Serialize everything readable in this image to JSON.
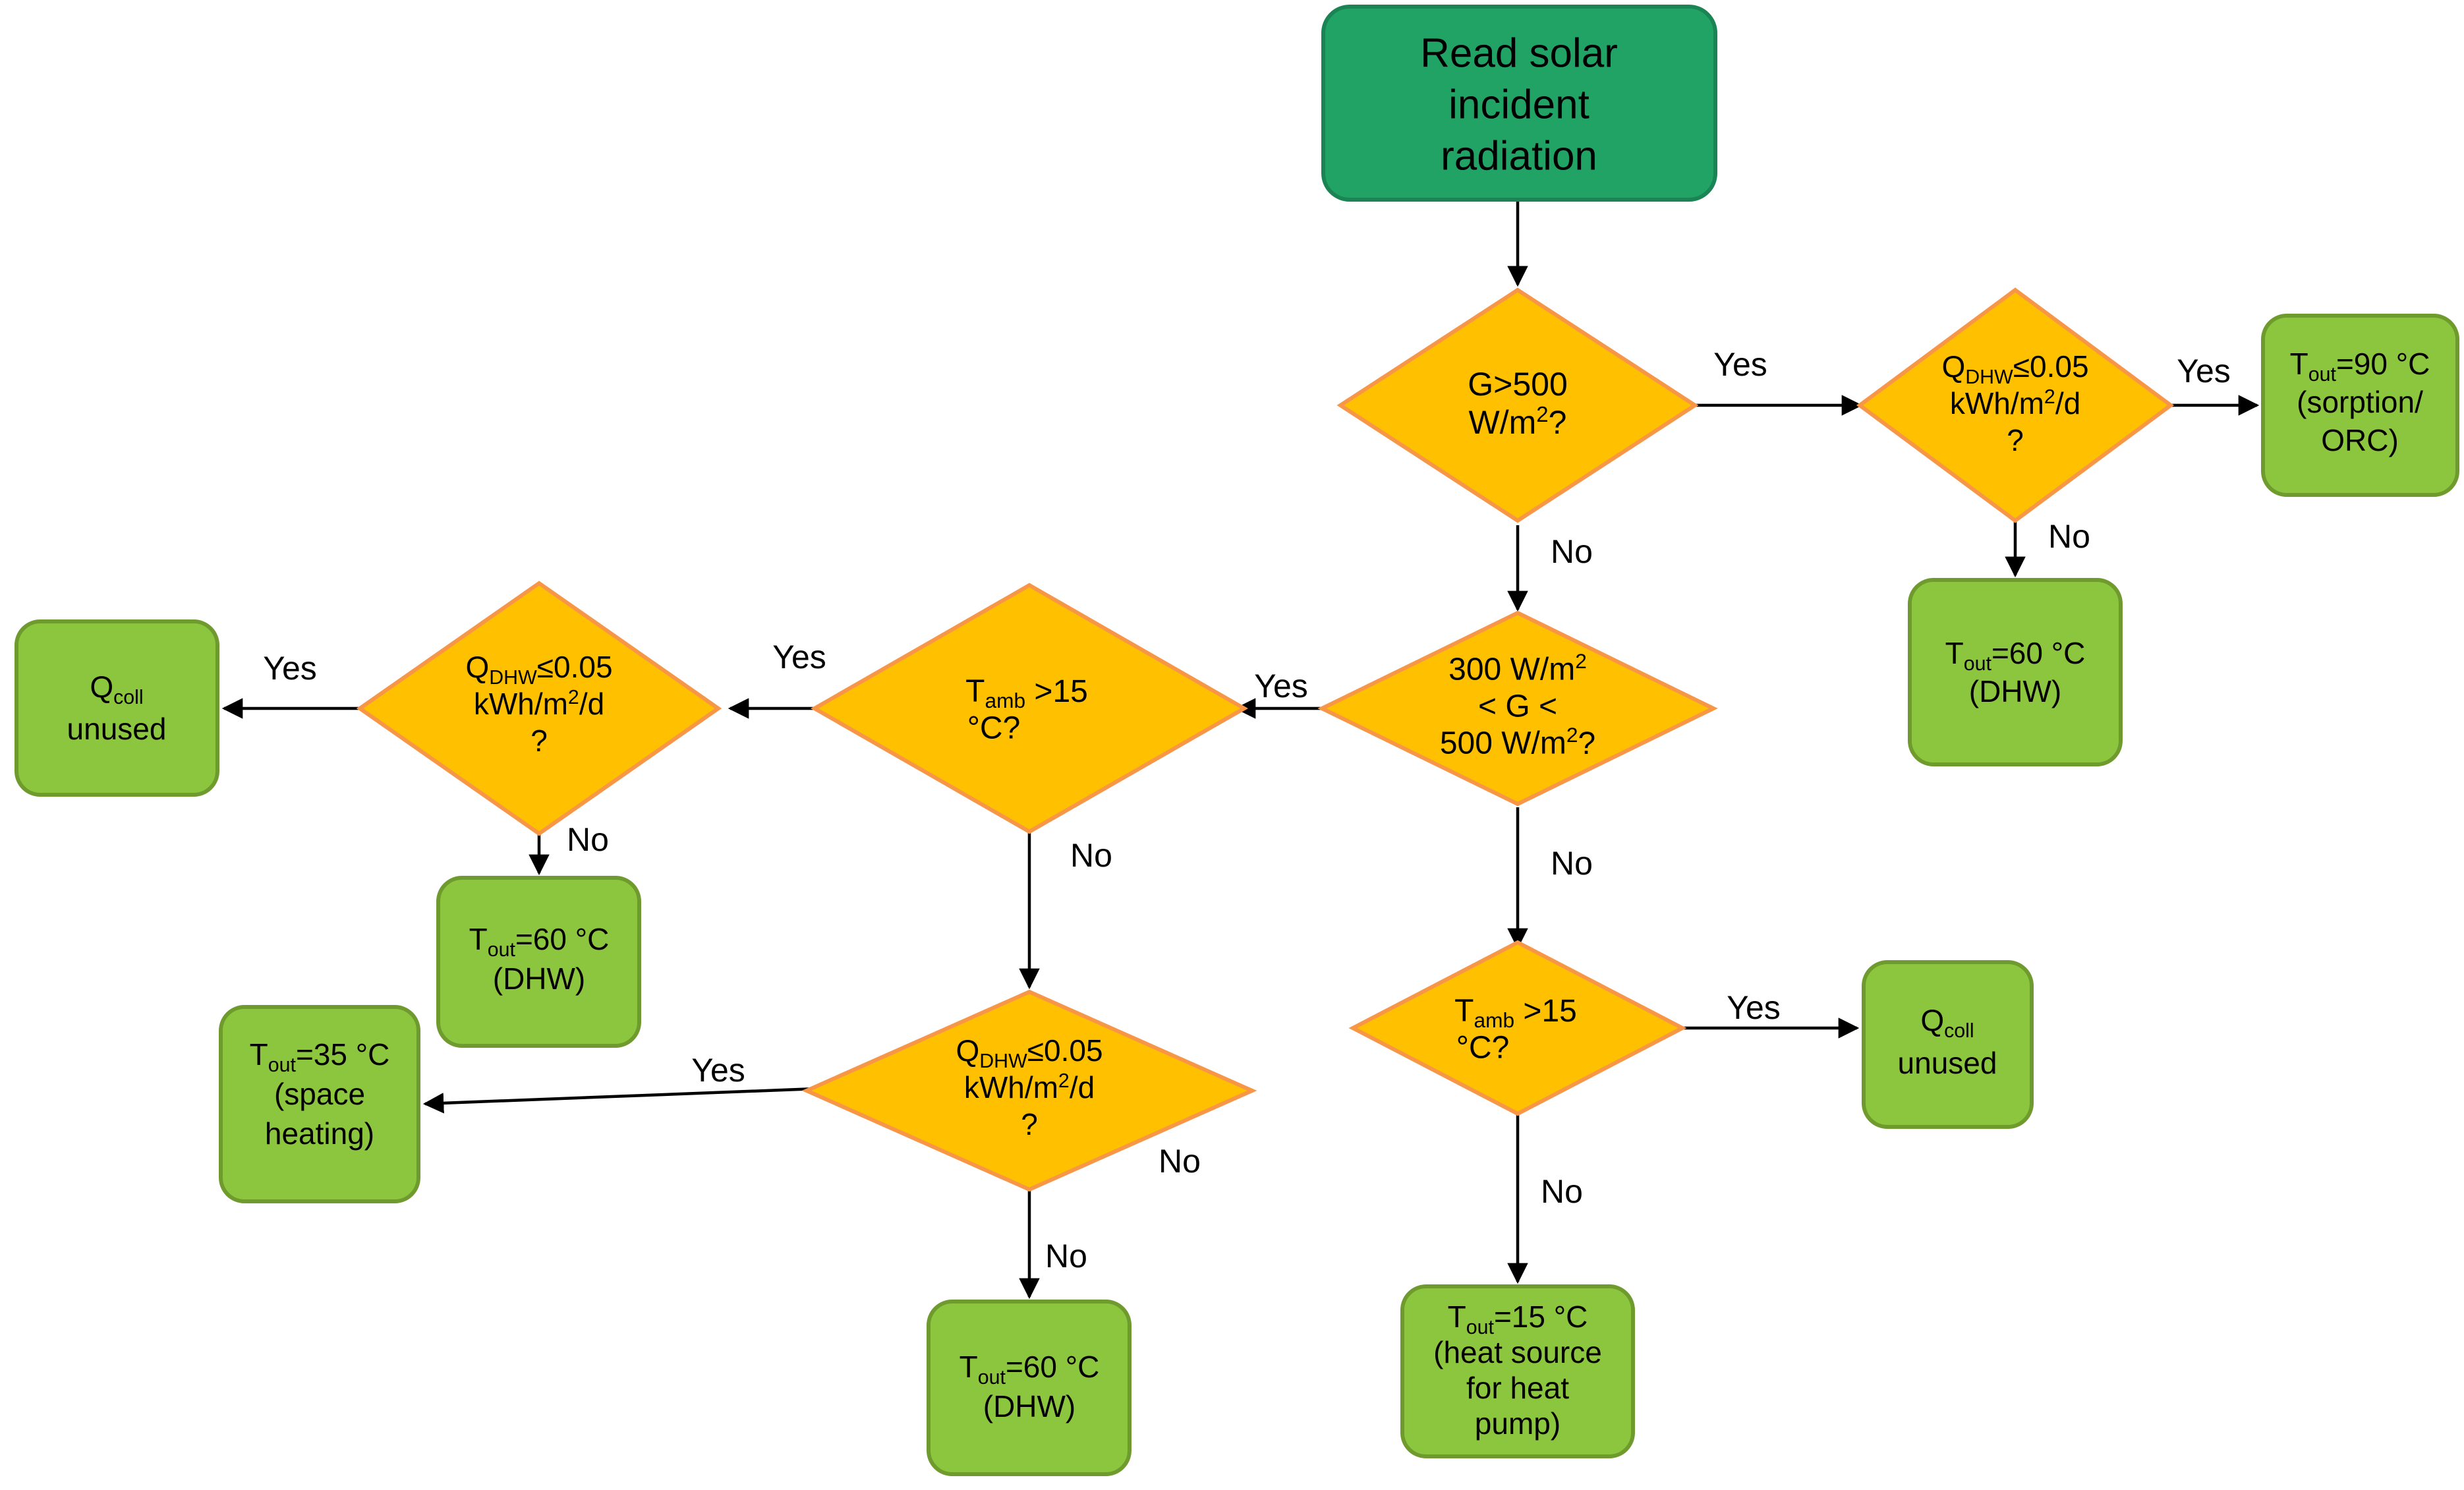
{
  "diagram": {
    "title": "Solar thermal collector output temperature control logic flowchart",
    "colors": {
      "start_fill": "#21A366",
      "start_stroke": "#1B8455",
      "decision_fill": "#FFC000",
      "decision_stroke": "#F79646",
      "terminal_fill": "#8CC63E",
      "terminal_stroke": "#6F9A2E",
      "edge": "#000000",
      "text": "#000000",
      "background": "#FFFFFF"
    },
    "nodes": {
      "start": {
        "kind": "start",
        "lines": [
          "Read solar",
          "incident",
          "radiation"
        ]
      },
      "d_g500": {
        "kind": "decision",
        "lines": [
          "G>500",
          "W/m²?"
        ]
      },
      "d_qdhw_top": {
        "kind": "decision",
        "lines": [
          "Q",
          "DHW",
          "≤0.05",
          "kWh/m²/d",
          "?"
        ],
        "text": "Q_DHW≤0.05 kWh/m²/d ?"
      },
      "t_90c": {
        "kind": "terminal",
        "lines": [
          "T",
          "out",
          "=90 °C",
          "(sorption/",
          "ORC)"
        ],
        "text": "T_out=90 °C (sorption/ORC)"
      },
      "t_60c_top": {
        "kind": "terminal",
        "lines": [
          "T",
          "out",
          "=60 °C",
          "(DHW)"
        ],
        "text": "T_out=60 °C (DHW)"
      },
      "d_g300_500": {
        "kind": "decision",
        "lines": [
          "300 W/m²",
          "< G <",
          "500 W/m²?"
        ]
      },
      "d_tamb_mid": {
        "kind": "decision",
        "lines": [
          "T",
          "amb",
          " >15",
          "°C?"
        ],
        "text": "T_amb >15 °C?"
      },
      "d_qdhw_left": {
        "kind": "decision",
        "lines": [
          "Q",
          "DHW",
          "≤0.05",
          "kWh/m²/d",
          "?"
        ],
        "text": "Q_DHW≤0.05 kWh/m²/d ?"
      },
      "t_qcoll_left": {
        "kind": "terminal",
        "lines": [
          "Q",
          "coll",
          "unused"
        ],
        "text": "Q_coll unused"
      },
      "t_60c_left": {
        "kind": "terminal",
        "lines": [
          "T",
          "out",
          "=60 °C",
          "(DHW)"
        ],
        "text": "T_out=60 °C (DHW)"
      },
      "t_35c": {
        "kind": "terminal",
        "lines": [
          "T",
          "out",
          "=35 °C",
          "(space",
          "heating)"
        ],
        "text": "T_out=35 °C (space heating)"
      },
      "d_qdhw_bottom": {
        "kind": "decision",
        "lines": [
          "Q",
          "DHW",
          "≤0.05",
          "kWh/m²/d",
          "?"
        ],
        "text": "Q_DHW≤0.05 kWh/m²/d ?"
      },
      "t_60c_bottom": {
        "kind": "terminal",
        "lines": [
          "T",
          "out",
          "=60 °C",
          "(DHW)"
        ],
        "text": "T_out=60 °C (DHW)"
      },
      "d_tamb_right": {
        "kind": "decision",
        "lines": [
          "T",
          "amb",
          " >15",
          "°C?"
        ],
        "text": "T_amb >15 °C?"
      },
      "t_qcoll_right": {
        "kind": "terminal",
        "lines": [
          "Q",
          "coll",
          "unused"
        ],
        "text": "Q_coll unused"
      },
      "t_15c": {
        "kind": "terminal",
        "lines": [
          "T",
          "out",
          "=15 °C",
          "(heat source",
          "for heat",
          "pump)"
        ],
        "text": "T_out=15 °C (heat source for heat pump)"
      }
    },
    "edge_labels": {
      "yes": "Yes",
      "no": "No",
      "g500_yes": "Yes",
      "g500_no": "No",
      "qdhw_top_yes": "Yes",
      "qdhw_top_no": "No",
      "g300_yes": "Yes",
      "g300_no": "No",
      "tamb_mid_yes": "Yes",
      "tamb_mid_no": "No",
      "qdhw_left_yes": "Yes",
      "qdhw_left_no": "No",
      "qdhw_bottom_yes": "Yes",
      "qdhw_bottom_no_right": "No",
      "qdhw_bottom_no_down": "No",
      "tamb_right_yes": "Yes",
      "tamb_right_no": "No"
    },
    "literals": {
      "G_upper_threshold": "500 W/m²",
      "G_lower_threshold": "300 W/m²",
      "Q_DHW_threshold": "0.05 kWh/m²/d",
      "T_amb_threshold": "15 °C",
      "T_out_values": [
        "90 °C",
        "60 °C",
        "35 °C",
        "15 °C"
      ]
    }
  }
}
